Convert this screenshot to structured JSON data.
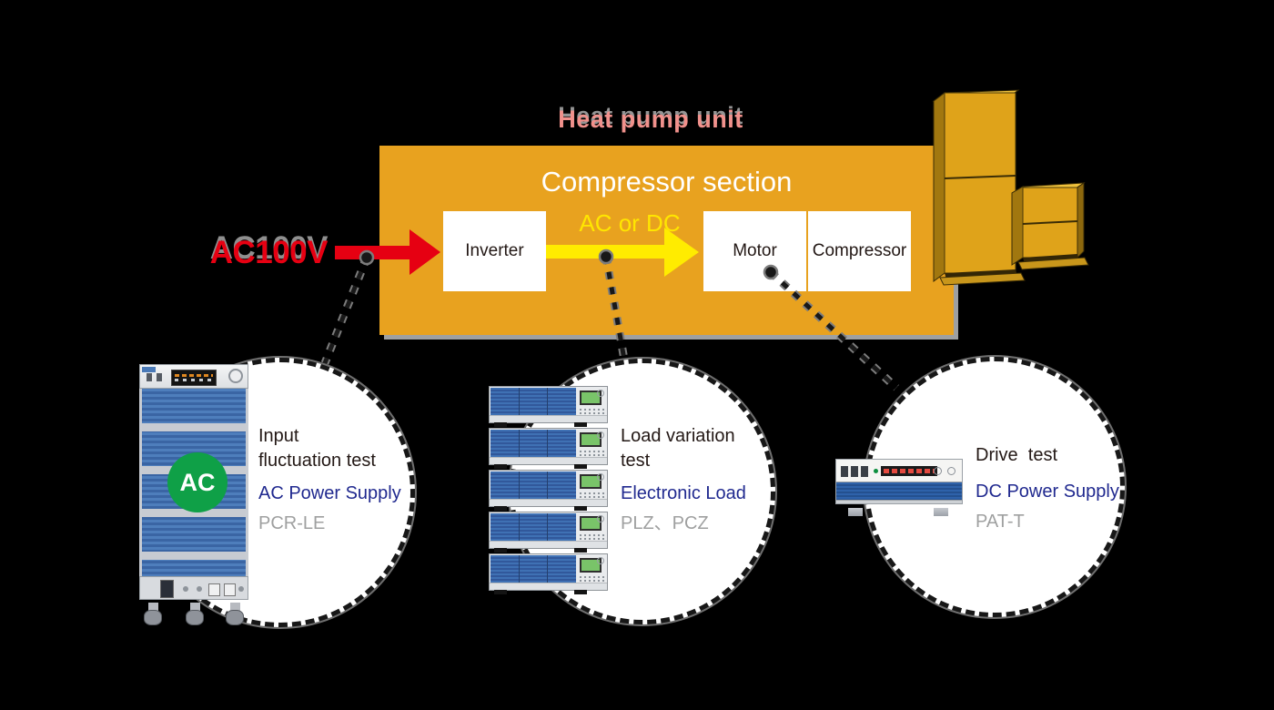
{
  "title": "Heat pump unit",
  "unit": {
    "section_label": "Compressor section",
    "input_label": "AC100V",
    "flow_label": "AC or DC",
    "blocks": [
      {
        "label": "Inverter"
      },
      {
        "label": "Motor"
      },
      {
        "label": "Compressor"
      }
    ]
  },
  "tests": [
    {
      "purpose_lines": [
        "Input",
        "fluctuation test"
      ],
      "category": "AC Power Supply",
      "model": "PCR-LE",
      "badge": "AC"
    },
    {
      "purpose_lines": [
        "Load variation",
        "test"
      ],
      "category": "Electronic Load",
      "model": "PLZ、PCZ"
    },
    {
      "purpose_lines": [
        "Drive  test"
      ],
      "category": "DC Power Supply",
      "model": "PAT-T"
    }
  ],
  "colors": {
    "section_bg": "#E8A21F",
    "arrow_red": "#E60012",
    "arrow_yellow": "#FFEC00",
    "flow_label_yellow": "#FFE600",
    "title_pink": "#F1918C",
    "category_navy": "#20298F",
    "model_gray": "#9FA0A0",
    "badge_green": "#0FA047",
    "instrument_blue": "#3F71B4"
  }
}
